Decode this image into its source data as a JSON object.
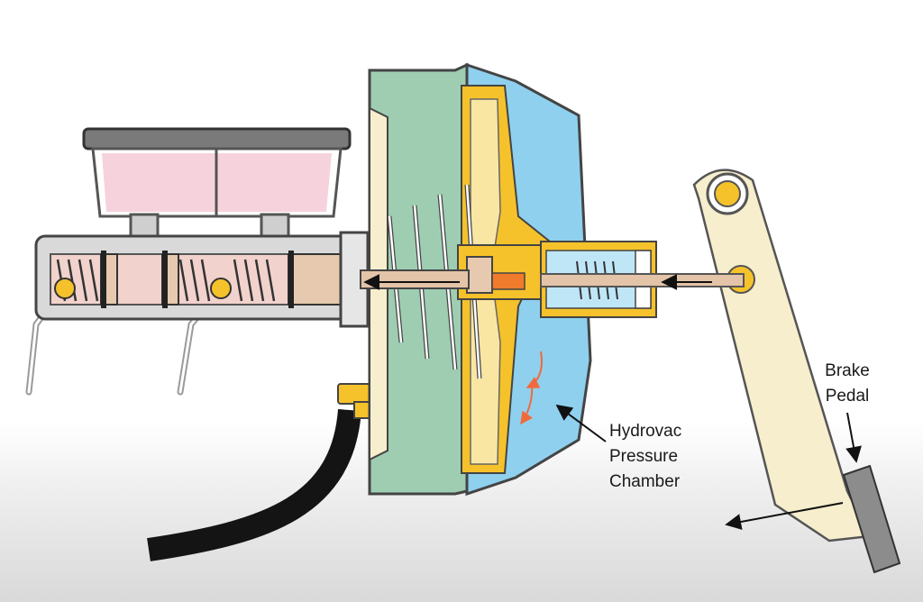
{
  "labels": {
    "hydrovac": [
      "Hydrovac",
      "Pressure",
      "Chamber"
    ],
    "brake_pedal": [
      "Brake",
      "Pedal"
    ]
  },
  "colors": {
    "reservoir_fluid": "#f6d3dc",
    "reservoir_cap": "#7a7a7a",
    "master_cylinder_body": "#d9d9d9",
    "piston": "#e6c9ae",
    "pushrod": "#e3c4a8",
    "vacuum_chamber": "#9fcdb2",
    "pressure_chamber": "#8fd0ee",
    "diaphragm": "#f5c22b",
    "pedal": "#f6eecd",
    "pedal_pad": "#8c8c8c",
    "hose": "#141414",
    "airflow_arrow": "#f06a3c",
    "spring": "#ffffff"
  }
}
